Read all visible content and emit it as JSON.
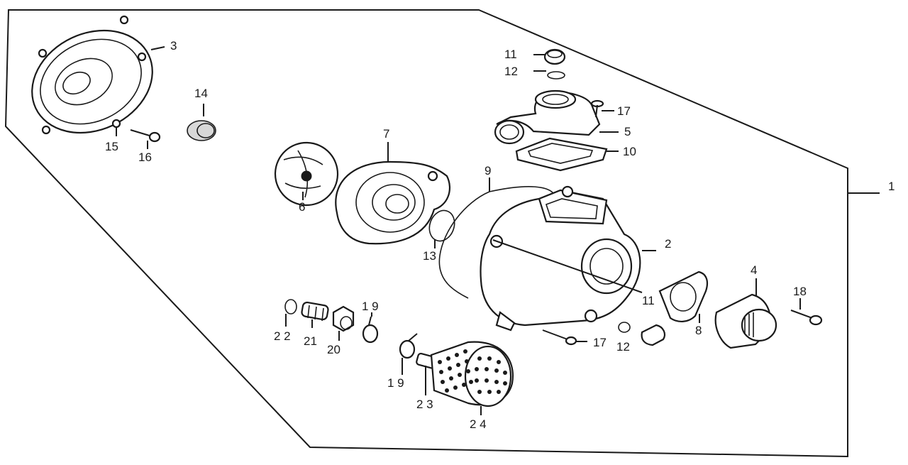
{
  "callouts": {
    "c1": "1",
    "c2": "2",
    "c3": "3",
    "c4": "4",
    "c5": "5",
    "c6": "6",
    "c7": "7",
    "c8": "8",
    "c9": "9",
    "c10": "10",
    "c11a": "11",
    "c11b": "11",
    "c12a": "12",
    "c12b": "12",
    "c13": "13",
    "c14": "14",
    "c15": "15",
    "c16": "16",
    "c17a": "17",
    "c17b": "17",
    "c18": "18",
    "c19a": "1 9",
    "c19b": "1 9",
    "c20": "20",
    "c21": "21",
    "c22": "2 2",
    "c23": "2 3",
    "c24": "2 4"
  }
}
